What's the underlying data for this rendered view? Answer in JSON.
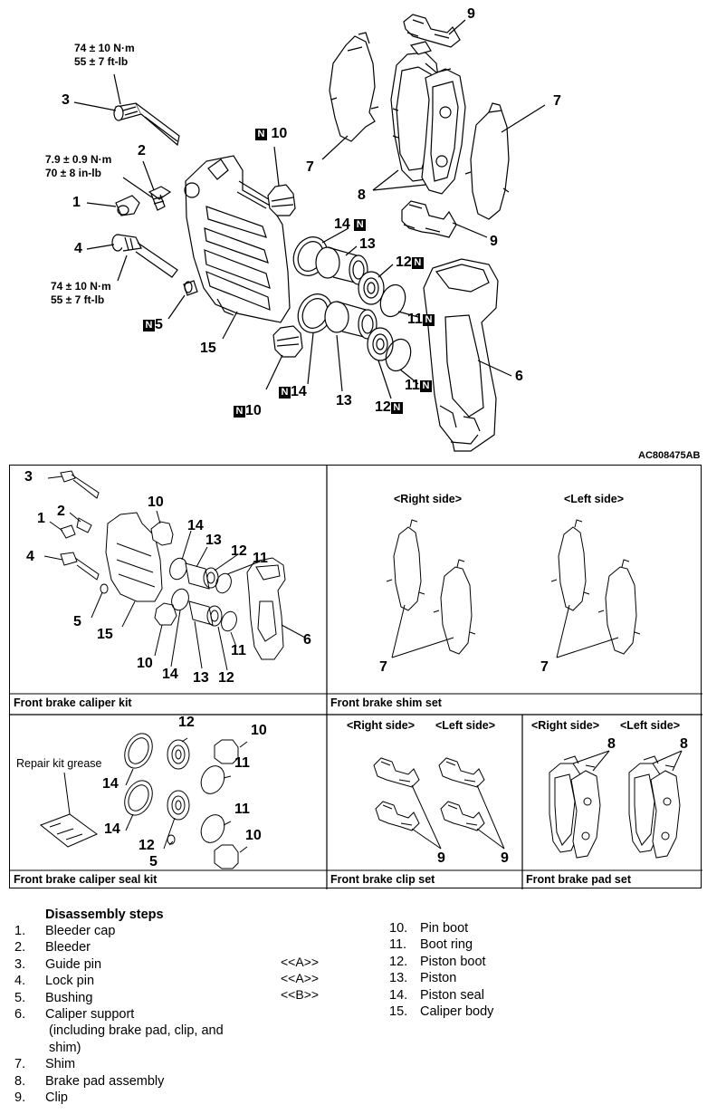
{
  "figure_id": "AC808475AB",
  "torque": {
    "guide_pin": [
      "74 ± 10 N·m",
      "55 ± 7 ft-lb"
    ],
    "bleeder": [
      "7.9 ± 0.9 N·m",
      "70 ± 8 in-lb"
    ],
    "lock_pin": [
      "74 ± 10 N·m",
      "55 ± 7 ft-lb"
    ]
  },
  "main_callouts": {
    "c1": "1",
    "c2": "2",
    "c3": "3",
    "c4": "4",
    "c5": "5",
    "c6": "6",
    "c7a": "7",
    "c7b": "7",
    "c8": "8",
    "c9a": "9",
    "c9b": "9",
    "c10a": "10",
    "c10b": "10",
    "c11a": "11",
    "c11b": "11",
    "c12a": "12",
    "c12b": "12",
    "c13a": "13",
    "c13b": "13",
    "c14a": "14",
    "c14b": "14",
    "c15": "15",
    "new_mark": "N"
  },
  "kits": {
    "caliper_kit": {
      "caption": "Front brake caliper kit",
      "labels": [
        "3",
        "2",
        "1",
        "4",
        "5",
        "15",
        "10",
        "10",
        "14",
        "13",
        "12",
        "11",
        "6",
        "14",
        "13",
        "12",
        "11"
      ]
    },
    "shim_set": {
      "caption": "Front brake shim set",
      "right_side": "<Right side>",
      "left_side": "<Left side>",
      "label_right": "7",
      "label_left": "7"
    },
    "seal_kit": {
      "caption": "Front brake caliper seal kit",
      "grease": "Repair kit grease",
      "labels": [
        "12",
        "10",
        "11",
        "14",
        "14",
        "11",
        "10",
        "12",
        "5"
      ]
    },
    "clip_set": {
      "caption": "Front brake clip set",
      "right_side": "<Right side>",
      "left_side": "<Left side>",
      "label_right": "9",
      "label_left": "9"
    },
    "pad_set": {
      "caption": "Front brake pad set",
      "right_side": "<Right side>",
      "left_side": "<Left side>",
      "label_right": "8",
      "label_left": "8"
    }
  },
  "disassembly": {
    "title": "Disassembly steps",
    "left_steps": [
      {
        "num": "1.",
        "text": "Bleeder cap"
      },
      {
        "num": "2.",
        "text": "Bleeder"
      },
      {
        "num": "3.",
        "text": "Guide pin"
      },
      {
        "num": "4.",
        "text": "Lock pin"
      },
      {
        "num": "5.",
        "text": "Bushing"
      },
      {
        "num": "6.",
        "text": "Caliper support"
      },
      {
        "num": "",
        "text": "(including brake pad, clip, and"
      },
      {
        "num": "",
        "text": "shim)"
      },
      {
        "num": "7.",
        "text": "Shim"
      },
      {
        "num": "8.",
        "text": "Brake pad assembly"
      },
      {
        "num": "9.",
        "text": "Clip"
      }
    ],
    "refs": [
      "<<A>>",
      "<<A>>",
      "<<B>>"
    ],
    "right_steps": [
      {
        "num": "10.",
        "text": "Pin boot"
      },
      {
        "num": "11.",
        "text": "Boot ring"
      },
      {
        "num": "12.",
        "text": "Piston boot"
      },
      {
        "num": "13.",
        "text": "Piston"
      },
      {
        "num": "14.",
        "text": "Piston seal"
      },
      {
        "num": "15.",
        "text": "Caliper body"
      }
    ]
  }
}
